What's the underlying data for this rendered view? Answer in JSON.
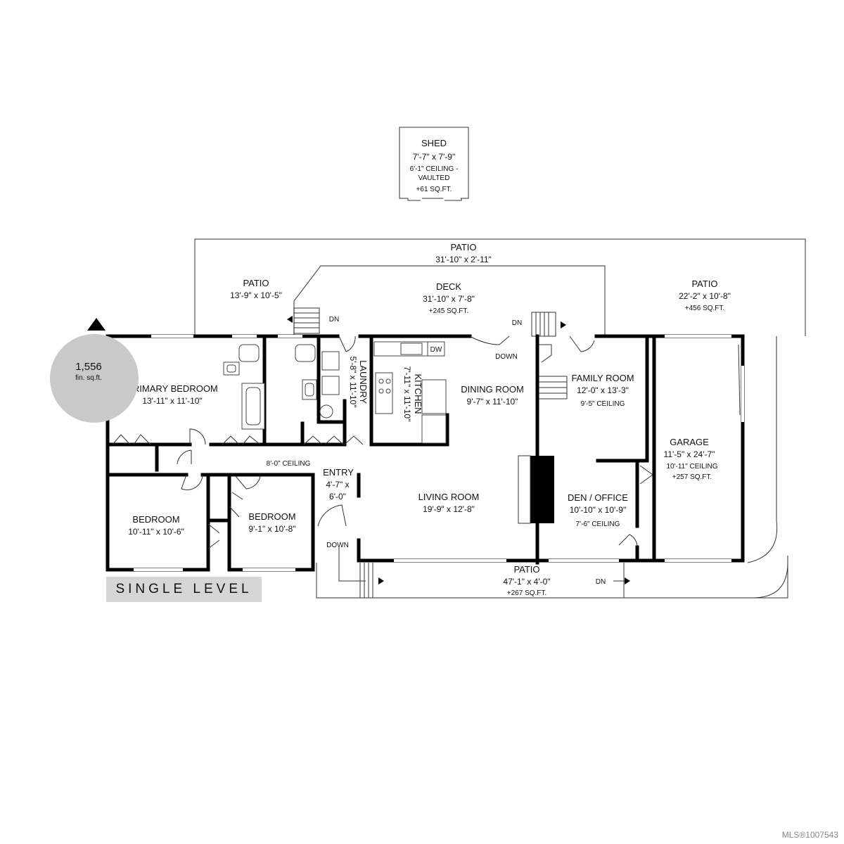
{
  "compass": {
    "north_label": "N"
  },
  "area": {
    "value": "1,556",
    "unit": "fin. sq.ft."
  },
  "level_label": "SINGLE LEVEL",
  "watermark": "MLS®1007543",
  "rooms": {
    "shed": {
      "name": "SHED",
      "dims": "7'-7\" x 7'-9\"",
      "ceiling1": "6'-1\" CEILING -",
      "ceiling2": "VAULTED",
      "area": "+61 SQ.FT."
    },
    "patio_north": {
      "name": "PATIO",
      "dims": "31'-10\" x 2'-11\""
    },
    "patio_west": {
      "name": "PATIO",
      "dims": "13'-9\" x 10'-5\""
    },
    "deck": {
      "name": "DECK",
      "dims": "31'-10\" x 7'-8\"",
      "area": "+245 SQ.FT."
    },
    "patio_east": {
      "name": "PATIO",
      "dims": "22'-2\" x 10'-8\"",
      "area": "+456 SQ.FT."
    },
    "primary_bedroom": {
      "name": "PRIMARY BEDROOM",
      "dims": "13'-11\" x 11'-10\""
    },
    "laundry": {
      "name": "LAUNDRY",
      "dims": "5'-8\" x 11'-10\""
    },
    "kitchen": {
      "name": "KITCHEN",
      "dims": "7'-11\" x 11'-10\""
    },
    "dining_room": {
      "name": "DINING ROOM",
      "dims": "9'-7\" x 11'-10\""
    },
    "family_room": {
      "name": "FAMILY ROOM",
      "dims": "12'-0\" x 13'-3\"",
      "ceiling": "9'-5\" CEILING"
    },
    "garage": {
      "name": "GARAGE",
      "dims": "11'-5\" x 24'-7\"",
      "ceiling": "10'-11\" CEILING",
      "area": "+257 SQ.FT."
    },
    "hallway": {
      "ceiling": "8'-0\" CEILING"
    },
    "entry": {
      "name": "ENTRY",
      "dims1": "4'-7\" x",
      "dims2": "6'-0\""
    },
    "living_room": {
      "name": "LIVING ROOM",
      "dims": "19'-9\" x 12'-8\""
    },
    "den_office": {
      "name": "DEN / OFFICE",
      "dims": "10'-10\" x 10'-9\"",
      "ceiling": "7'-6\" CEILING"
    },
    "bedroom_1": {
      "name": "BEDROOM",
      "dims": "10'-11\" x 10'-6\""
    },
    "bedroom_2": {
      "name": "BEDROOM",
      "dims": "9'-1\" x 10'-8\""
    },
    "patio_south": {
      "name": "PATIO",
      "dims": "47'-1\" x 4'-0\"",
      "area": "+267 SQ.FT."
    }
  },
  "stairs": {
    "dn": "DN",
    "down": "DOWN"
  },
  "appliances": {
    "dishwasher": "DW"
  }
}
